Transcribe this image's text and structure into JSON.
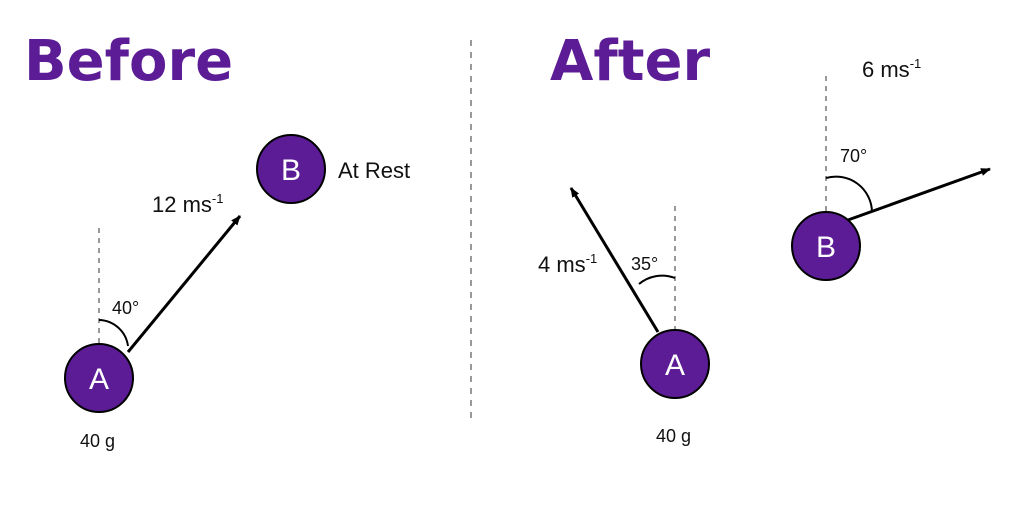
{
  "before": {
    "heading": "Before",
    "ball_a": {
      "label": "A",
      "mass": "40 g"
    },
    "ball_b": {
      "label": "B",
      "status": "At Rest"
    },
    "velocity_a": {
      "value": "12 ms",
      "exponent": "-1"
    },
    "angle_a": "40°"
  },
  "after": {
    "heading": "After",
    "ball_a": {
      "label": "A",
      "mass": "40 g"
    },
    "ball_b": {
      "label": "B"
    },
    "velocity_a": {
      "value": "4 ms",
      "exponent": "-1"
    },
    "velocity_b": {
      "value": "6 ms",
      "exponent": "-1"
    },
    "angle_a": "35°",
    "angle_b": "70°"
  },
  "colors": {
    "ball": "#5b1c96",
    "heading": "#5b1c96",
    "dashed_line": "#999999"
  }
}
